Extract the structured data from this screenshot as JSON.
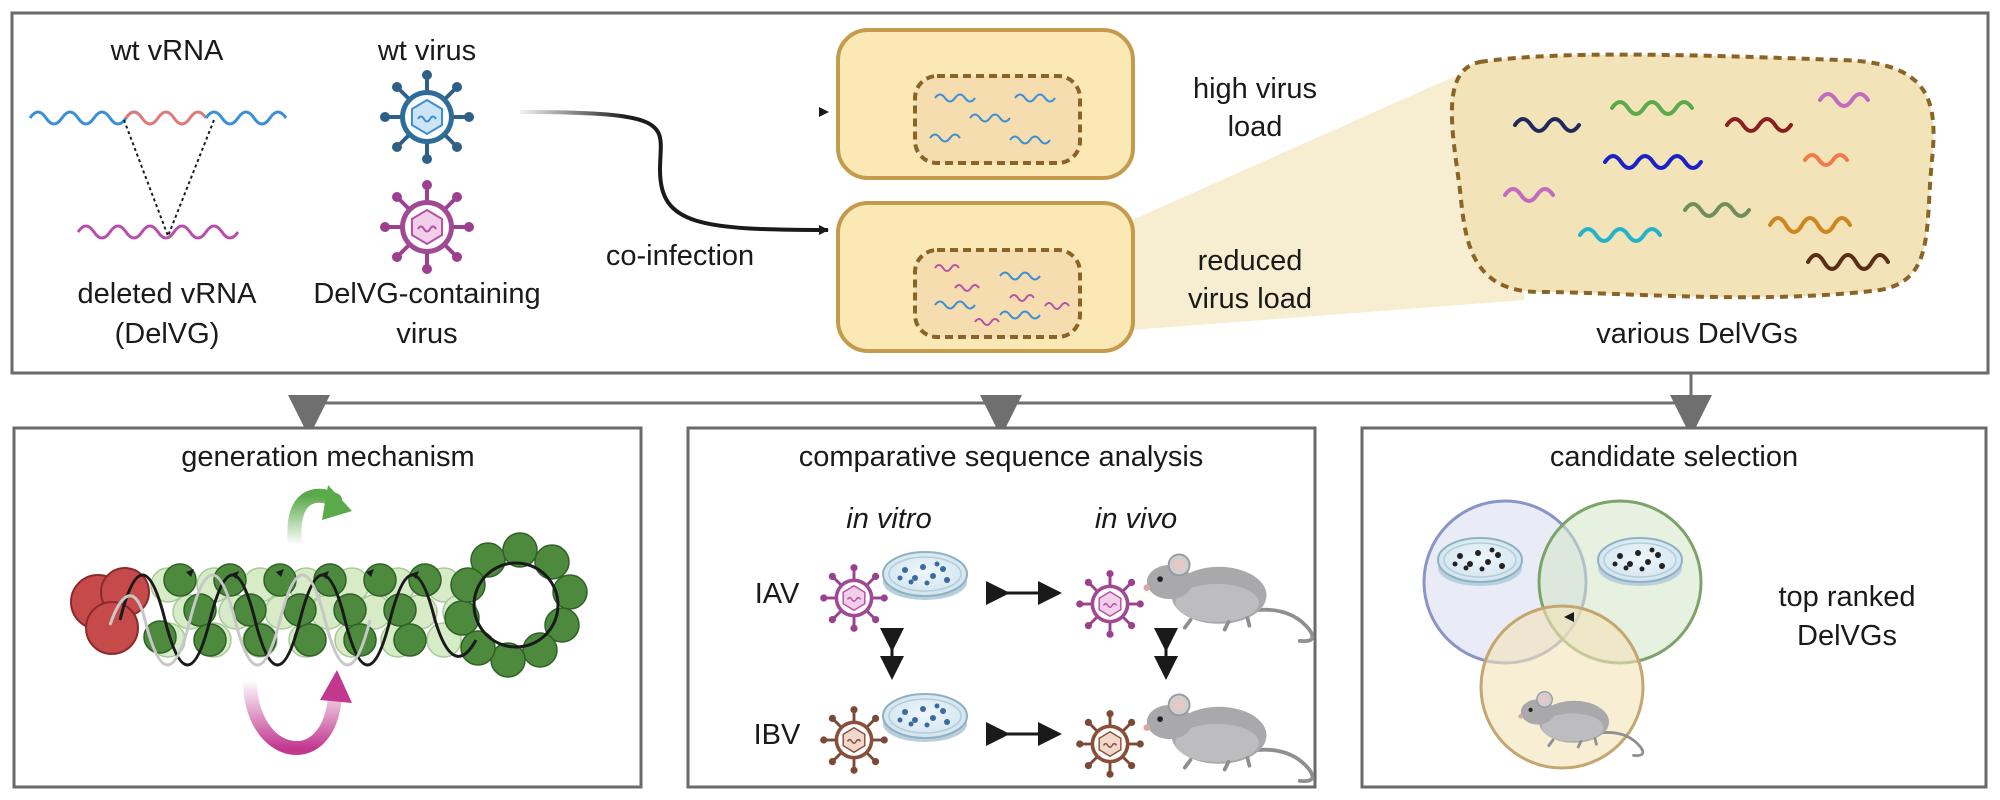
{
  "top_panel": {
    "wt_vrna_label": "wt vRNA",
    "deleted_vrna_line1": "deleted vRNA",
    "deleted_vrna_line2": "(DelVG)",
    "wt_virus_label": "wt virus",
    "delvg_virus_line1": "DelVG-containing",
    "delvg_virus_line2": "virus",
    "coinfection_label": "co-infection",
    "high_load_line1": "high virus",
    "high_load_line2": "load",
    "reduced_load_line1": "reduced",
    "reduced_load_line2": "virus load",
    "various_label": "various DelVGs"
  },
  "panels": {
    "generation": {
      "title": "generation mechanism"
    },
    "comparative": {
      "title": "comparative sequence analysis",
      "in_vitro": "in vitro",
      "in_vivo": "in vivo",
      "iav": "IAV",
      "ibv": "IBV"
    },
    "candidate": {
      "title": "candidate selection",
      "top_line1": "top ranked",
      "top_line2": "DelVGs"
    }
  },
  "colors": {
    "wt_rna": "#3d8fd4",
    "deleted_segment": "#e07a7a",
    "delvg_rna": "#b84fa8",
    "cell_fill": "#fbe9b5",
    "cell_border": "#c49a4d",
    "nucleus_border": "#8a6326",
    "zoom_fill": "#f3e3b8",
    "green_arrow": "#5aa94a",
    "magenta_arrow": "#c2388f",
    "polymerase": "#c64a4a",
    "nucleoprotein": "#4d8a3e",
    "ibv_virus": "#8a4f38"
  }
}
